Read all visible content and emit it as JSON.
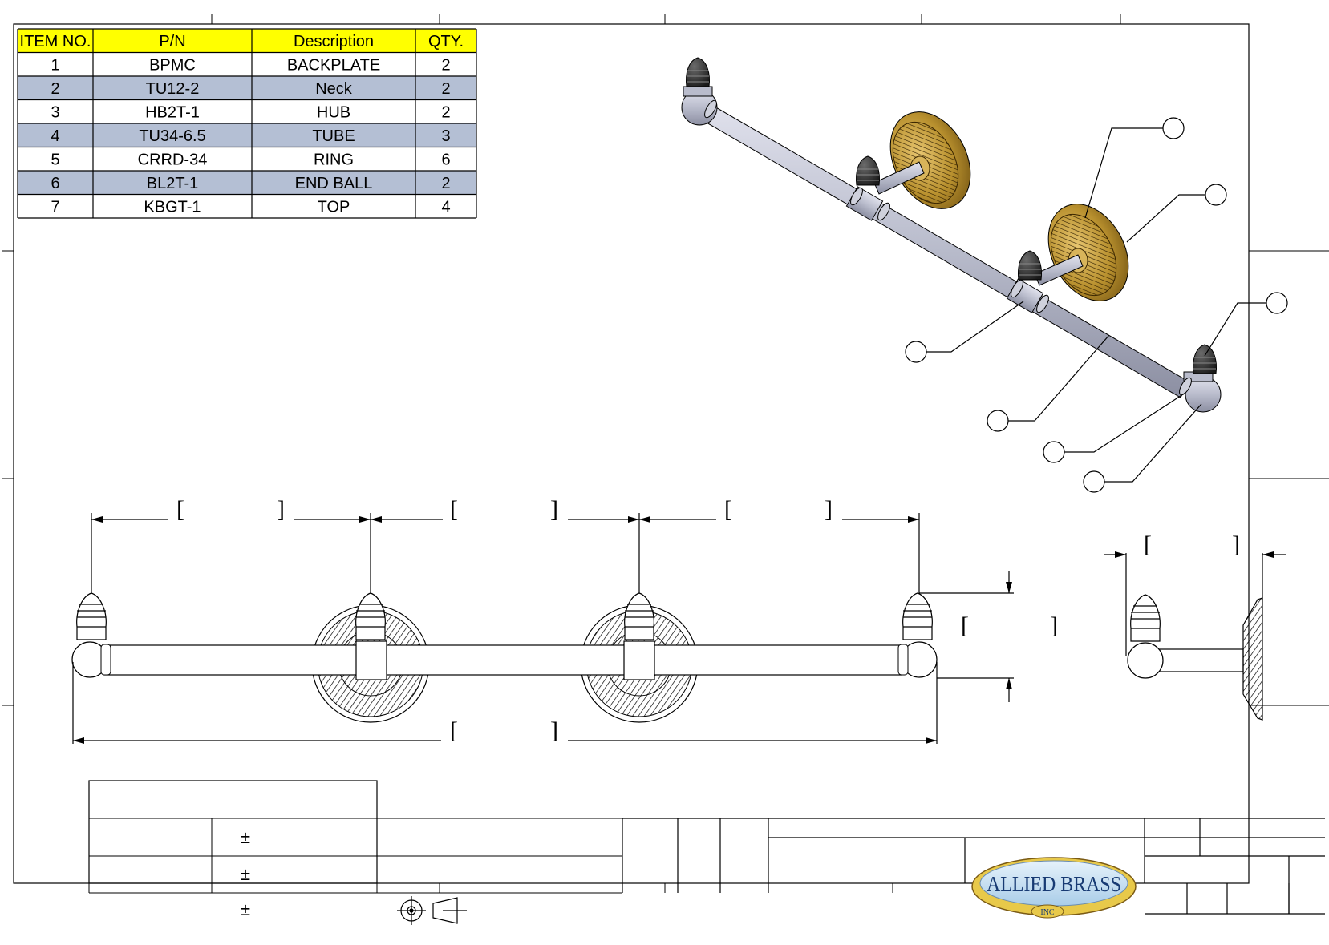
{
  "bom": {
    "headers": [
      "ITEM NO.",
      "P/N",
      "Description",
      "QTY."
    ],
    "rows": [
      [
        "1",
        "BPMC",
        "BACKPLATE",
        "2"
      ],
      [
        "2",
        "TU12-2",
        "Neck",
        "2"
      ],
      [
        "3",
        "HB2T-1",
        "HUB",
        "2"
      ],
      [
        "4",
        "TU34-6.5",
        "TUBE",
        "3"
      ],
      [
        "5",
        "CRRD-34",
        "RING",
        "6"
      ],
      [
        "6",
        "BL2T-1",
        "END BALL",
        "2"
      ],
      [
        "7",
        "KBGT-1",
        "TOP",
        "4"
      ]
    ]
  },
  "colors": {
    "header_fill": "#ffff00",
    "row_stripe": "#b4bfd4",
    "tube_fill": "#c5c7d6",
    "backplate_gold": "#b8902e",
    "logo_gold": "#e8c94a",
    "logo_blue": "#c9e2f5"
  },
  "tolerance": {
    "symbols": [
      "±",
      "±",
      "±"
    ]
  },
  "logo": {
    "name": "ALLIED BRASS",
    "sub": "INC"
  }
}
